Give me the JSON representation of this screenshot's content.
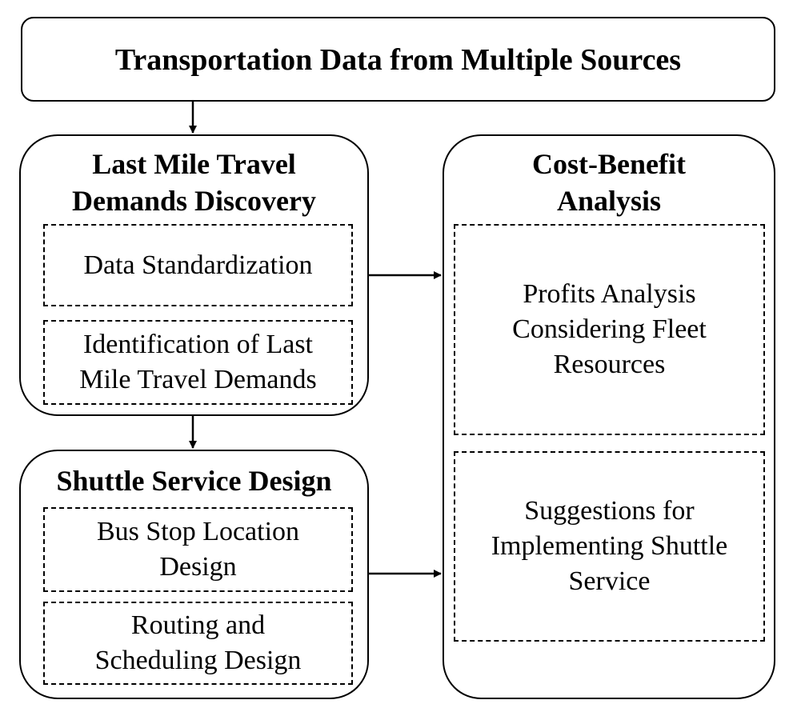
{
  "top_box": {
    "label": "Transportation Data from Multiple Sources"
  },
  "demand_box": {
    "title": "Last Mile Travel\nDemands Discovery",
    "steps": [
      "Data Standardization",
      "Identification of Last\nMile Travel Demands"
    ]
  },
  "shuttle_box": {
    "title": "Shuttle Service Design",
    "steps": [
      "Bus Stop Location\nDesign",
      "Routing and\nScheduling Design"
    ]
  },
  "cost_box": {
    "title": "Cost-Benefit\nAnalysis",
    "steps": [
      "Profits Analysis\nConsidering Fleet\nResources",
      "Suggestions for\nImplementing Shuttle\nService"
    ]
  },
  "colors": {
    "stroke": "#000000",
    "fill": "#ffffff"
  }
}
